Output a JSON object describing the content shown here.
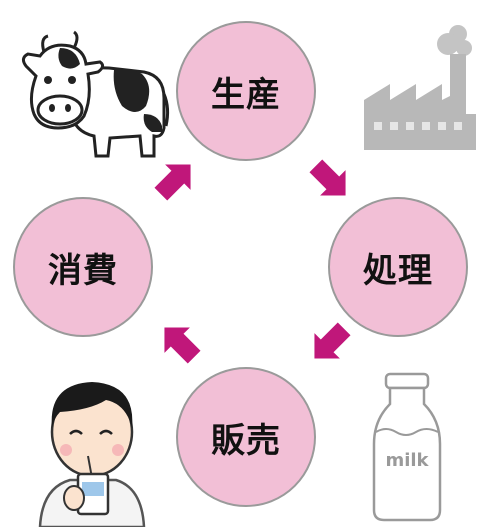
{
  "cycle": {
    "stages": [
      {
        "label": "生産"
      },
      {
        "label": "処理"
      },
      {
        "label": "販売"
      },
      {
        "label": "消費"
      }
    ],
    "colors": {
      "node_fill": "#f2bfd6",
      "node_border": "#9a9a9a",
      "arrow": "#c0177a",
      "illustration_gray": "#b8b8b8"
    },
    "illustrations": {
      "cow": "cow-illustration",
      "factory": "factory-illustration",
      "milk": "milk-bottle-illustration",
      "child": "child-drinking-illustration",
      "milk_label": "milk"
    }
  }
}
